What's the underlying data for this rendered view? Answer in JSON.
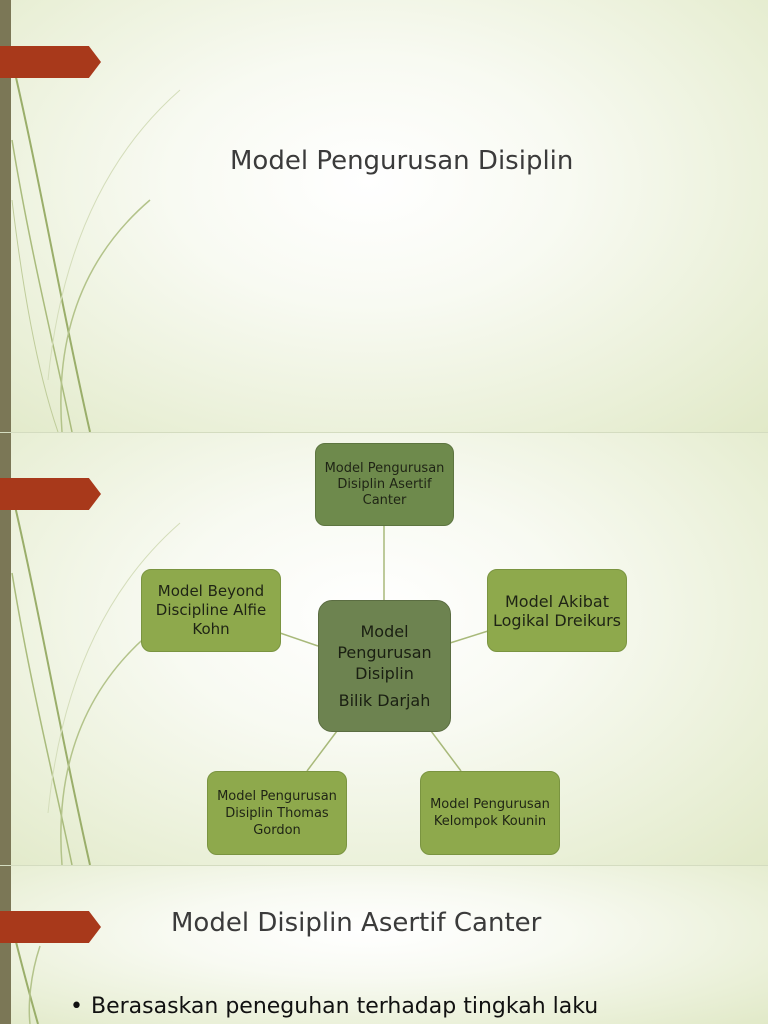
{
  "slides": {
    "slide1": {
      "title": "Model Pengurusan Disiplin"
    },
    "slide2": {
      "center_title": "Model Pengurusan Disiplin",
      "center_subtitle": "Bilik Darjah",
      "nodes": {
        "top": "Model Pengurusan Disiplin Asertif Canter",
        "left": "Model Beyond Discipline Alfie Kohn",
        "right": "Model Akibat Logikal Dreikurs",
        "bottom_left": "Model Pengurusan Disiplin Thomas Gordon",
        "bottom_right": "Model Pengurusan Kelompok Kounin"
      }
    },
    "slide3": {
      "title": "Model Disiplin Asertif Canter",
      "bullet_symbol": "•",
      "bullet_1": "Berasaskan peneguhan terhadap tingkah laku"
    }
  },
  "colors": {
    "accent_arrow": "#a8391b",
    "left_bar": "#7b7756",
    "node_dark": "#6e8a4c",
    "node_light": "#8ea94c",
    "node_center": "#6d8350",
    "connector": "#a8b97a"
  },
  "icons": {
    "arrow": "arrow-tab-icon",
    "swirl": "swirl-decoration-icon"
  }
}
